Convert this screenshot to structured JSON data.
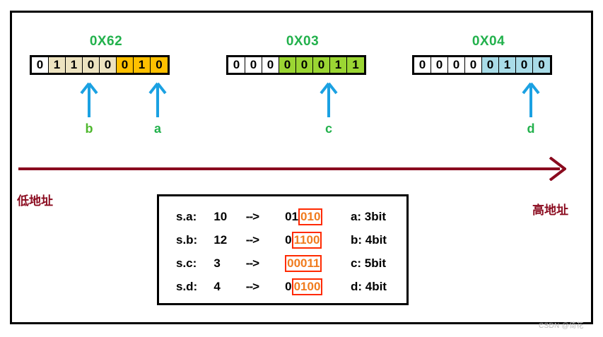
{
  "diagram": {
    "title_watermark": "CSDN @倚花",
    "axis": {
      "low_address_label": "低地址",
      "high_address_label": "高地址",
      "arrow_color": "#8A0A1E"
    },
    "colors": {
      "hex_label": "#22B14C",
      "pointer_arrow": "#1BA1E2",
      "cream": "#EDE3C0",
      "gold": "#FFC000",
      "green": "#9BD633",
      "blue": "#A9DCE8",
      "highlight_text": "#F07C1E",
      "highlight_box": "#FF2A00"
    },
    "bytes": [
      {
        "hex": "0X62",
        "bits": [
          {
            "value": "0",
            "fill": "white"
          },
          {
            "value": "1",
            "fill": "cream"
          },
          {
            "value": "1",
            "fill": "cream"
          },
          {
            "value": "0",
            "fill": "cream"
          },
          {
            "value": "0",
            "fill": "cream"
          },
          {
            "value": "0",
            "fill": "gold"
          },
          {
            "value": "1",
            "fill": "gold"
          },
          {
            "value": "0",
            "fill": "gold"
          }
        ]
      },
      {
        "hex": "0X03",
        "bits": [
          {
            "value": "0",
            "fill": "white"
          },
          {
            "value": "0",
            "fill": "white"
          },
          {
            "value": "0",
            "fill": "white"
          },
          {
            "value": "0",
            "fill": "green"
          },
          {
            "value": "0",
            "fill": "green"
          },
          {
            "value": "0",
            "fill": "green"
          },
          {
            "value": "1",
            "fill": "green"
          },
          {
            "value": "1",
            "fill": "green"
          }
        ]
      },
      {
        "hex": "0X04",
        "bits": [
          {
            "value": "0",
            "fill": "white"
          },
          {
            "value": "0",
            "fill": "white"
          },
          {
            "value": "0",
            "fill": "white"
          },
          {
            "value": "0",
            "fill": "white"
          },
          {
            "value": "0",
            "fill": "blue"
          },
          {
            "value": "1",
            "fill": "blue"
          },
          {
            "value": "0",
            "fill": "blue"
          },
          {
            "value": "0",
            "fill": "blue"
          }
        ]
      }
    ],
    "pointers": [
      {
        "label": "b"
      },
      {
        "label": "a"
      },
      {
        "label": "c"
      },
      {
        "label": "d"
      }
    ],
    "legend": {
      "rows": [
        {
          "name": "s.a:",
          "value": "10",
          "arrow": "-->",
          "bits_plain": "01",
          "bits_highlight": "010",
          "highlight_first": false,
          "size": "a: 3bit"
        },
        {
          "name": "s.b:",
          "value": "12",
          "arrow": "-->",
          "bits_plain": "0",
          "bits_highlight": "1100",
          "highlight_first": false,
          "size": "b: 4bit"
        },
        {
          "name": "s.c:",
          "value": "3",
          "arrow": "-->",
          "bits_plain": "",
          "bits_highlight": "00011",
          "highlight_first": true,
          "size": "c: 5bit"
        },
        {
          "name": "s.d:",
          "value": "4",
          "arrow": "-->",
          "bits_plain": "0",
          "bits_highlight": "0100",
          "highlight_first": false,
          "size": "d: 4bit"
        }
      ]
    }
  }
}
